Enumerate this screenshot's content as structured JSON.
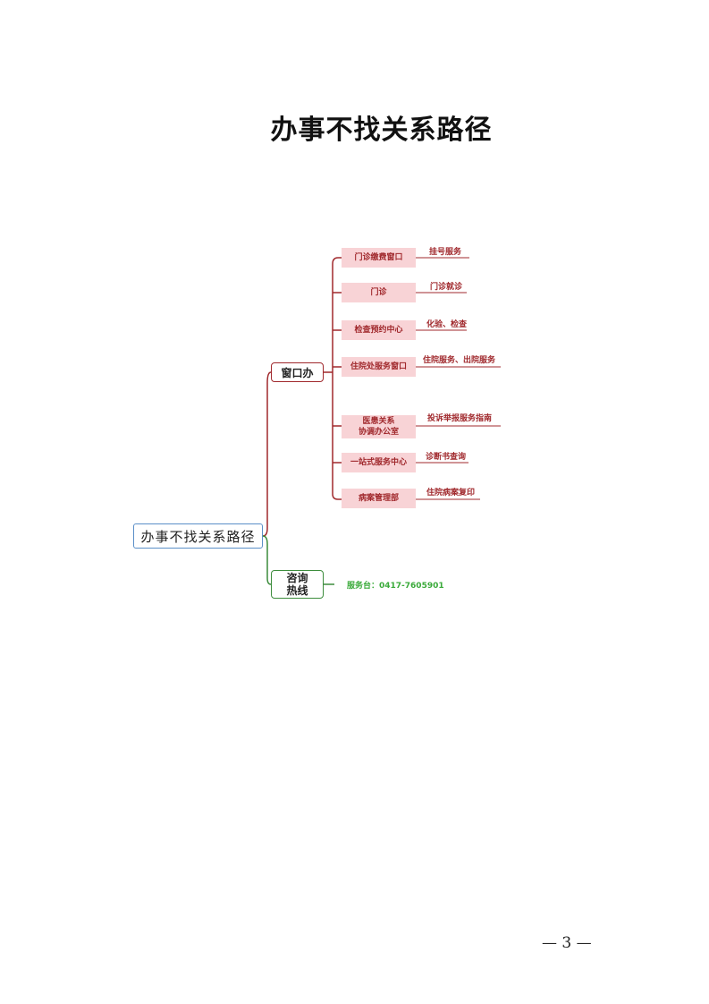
{
  "title": "办事不找关系路径",
  "root": {
    "label": "办事不找关系路径"
  },
  "branches": {
    "window": {
      "label": "窗口办"
    },
    "hotline": {
      "label_line1": "咨询",
      "label_line2": "热线",
      "text": "服务台：0417-7605901"
    }
  },
  "leaves": [
    {
      "line1": "门诊缴费窗口",
      "line2": "",
      "note": "挂号服务"
    },
    {
      "line1": "门诊",
      "line2": "",
      "note": "门诊就诊"
    },
    {
      "line1": "检查预约中心",
      "line2": "",
      "note": "化验、检查"
    },
    {
      "line1": "住院处服务窗口",
      "line2": "",
      "note": "住院服务、出院服务"
    },
    {
      "line1": "医患关系",
      "line2": "协调办公室",
      "note": "投诉举报服务指南"
    },
    {
      "line1": "一站式服务中心",
      "line2": "",
      "note": "诊断书查询"
    },
    {
      "line1": "病案管理部",
      "line2": "",
      "note": "住院病案复印"
    }
  ],
  "colors": {
    "window_branch": "#a0282c",
    "hotline_branch": "#3c8c3c",
    "root_border": "#5b8fc8",
    "leaf_fill": "#f8d3d6"
  },
  "page_number": "— 3 —"
}
